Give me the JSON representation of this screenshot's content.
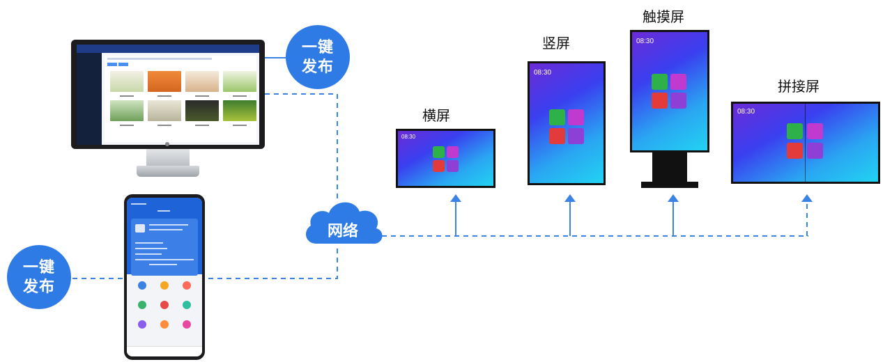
{
  "badges": {
    "publish_line1": "一键",
    "publish_line2": "发布"
  },
  "network": {
    "label": "网络"
  },
  "screens": {
    "horizontal": "横屏",
    "vertical": "竖屏",
    "touch": "触摸屏",
    "spliced": "拼接屏"
  },
  "clock": "08:30",
  "colors": {
    "accent": "#2e7be6",
    "connector": "#3b82e6",
    "screen_gradient": [
      "#6b2bd6",
      "#2aa6f2",
      "#22d3f2"
    ]
  },
  "icons": [
    "apps-icon",
    "settings-icon",
    "news-icon",
    "browser-icon"
  ]
}
